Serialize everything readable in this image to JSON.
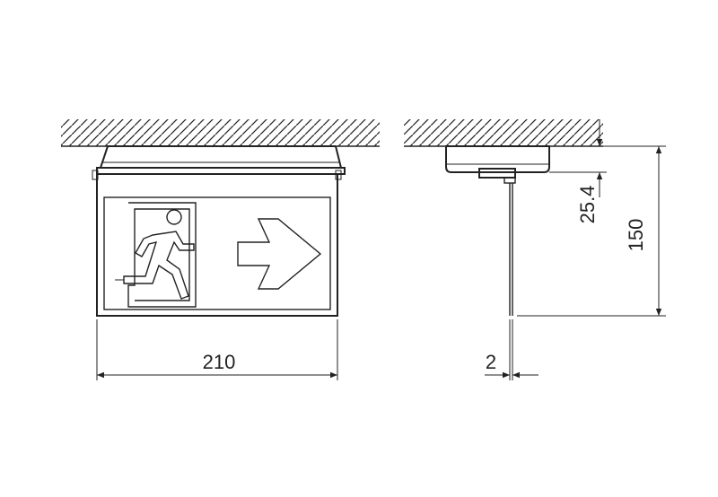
{
  "dimensions": {
    "width": "210",
    "panel_thickness": "2",
    "base_height": "25.4",
    "total_height": "150"
  }
}
